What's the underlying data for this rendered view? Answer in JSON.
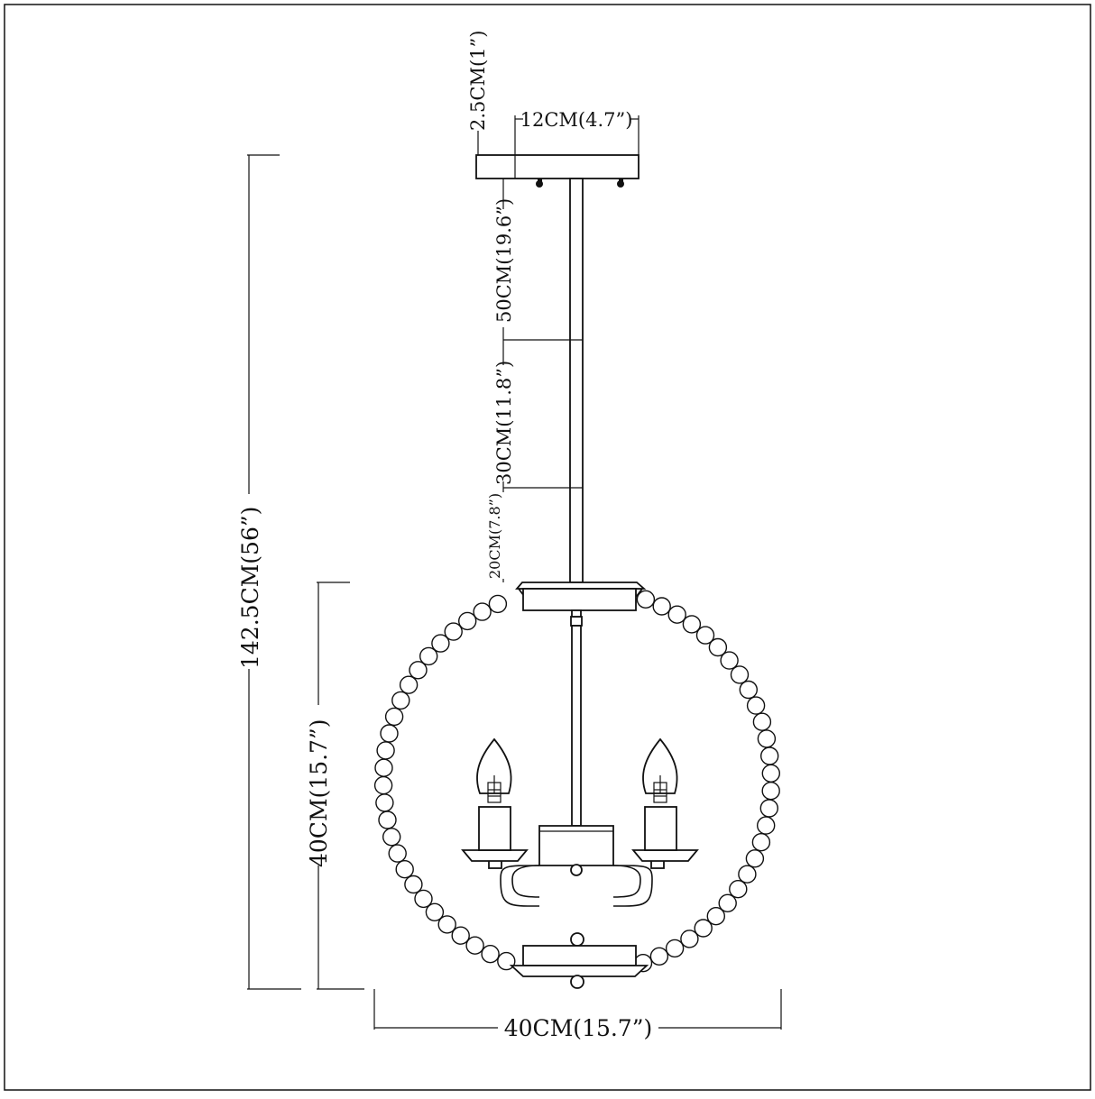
{
  "drawing": {
    "dimensions": {
      "canopy_height": "2.5CM(1”)",
      "canopy_width": "12CM(4.7”)",
      "rod_50": "50CM(19.6”)",
      "rod_30": "30CM(11.8”)",
      "rod_20": "20CM(7.8”)",
      "overall_height": "142.5CM(56”)",
      "fixture_height": "40CM(15.7”)",
      "fixture_width": "40CM(15.7”)"
    },
    "line_color": "#111111",
    "background": "#ffffff"
  }
}
